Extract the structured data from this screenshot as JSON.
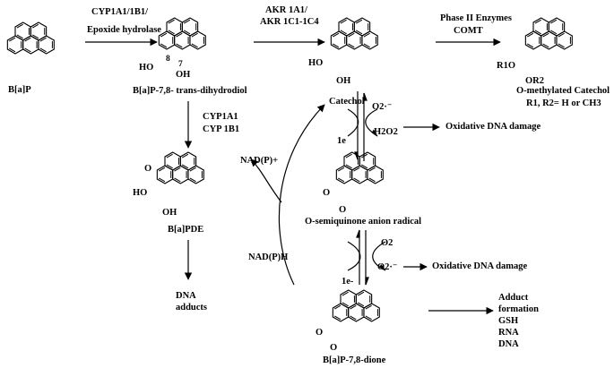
{
  "compounds": {
    "bap": {
      "name": "B[a]P"
    },
    "dihydrodiol": {
      "name": "B[a]P-7,8- trans-dihydrodiol",
      "pos8": "8",
      "pos7": "7"
    },
    "catechol": {
      "name": "Catechol"
    },
    "methylated": {
      "name": "O-methylated Catechol",
      "r_line": "R1, R2= H or CH3",
      "sub_r1": "R1O",
      "sub_r2": "OR2"
    },
    "bpde": {
      "name": "B[a]PDE"
    },
    "semiquinone": {
      "name": "O-semiquinone anion radical"
    },
    "dione": {
      "name": "B[a]P-7,8-dione"
    }
  },
  "enzymes": {
    "cyp_top": "CYP1A1/1B1/",
    "epoxide": "Epoxide hydrolase",
    "akr1": "AKR 1A1/",
    "akr2": "AKR 1C1-1C4",
    "phase2": "Phase II Enzymes",
    "comt": "COMT",
    "cyp1a1": "CYP1A1",
    "cyp1b1": "CYP 1B1"
  },
  "species": {
    "o2_rad_top": "O2·⁻",
    "h2o2": "H2O2",
    "one_e_top": "1e",
    "o2": "O2",
    "o2_rad_bottom": "O2·⁻",
    "one_e_bottom": "1e-",
    "nadp": "NAD(P)+",
    "nadph": "NAD(P)H"
  },
  "outcomes": {
    "ox_damage_1": "Oxidative DNA damage",
    "ox_damage_2": "Oxidative DNA damage",
    "dna_adducts_1": "DNA",
    "dna_adducts_2": "adducts",
    "adduct_1": "Adduct",
    "adduct_2": "formation",
    "adduct_3": "GSH",
    "adduct_4": "RNA",
    "adduct_5": "DNA"
  },
  "substituents": {
    "cat_oh1": "HO",
    "cat_oh2": "OH",
    "dihyd_ho": "HO",
    "dihyd_oh": "OH",
    "bpde_o": "O",
    "bpde_ho": "HO",
    "bpde_oh": "OH",
    "semi_o1": "O",
    "semi_o2": "O",
    "dione_o1": "O",
    "dione_o2": "O"
  }
}
